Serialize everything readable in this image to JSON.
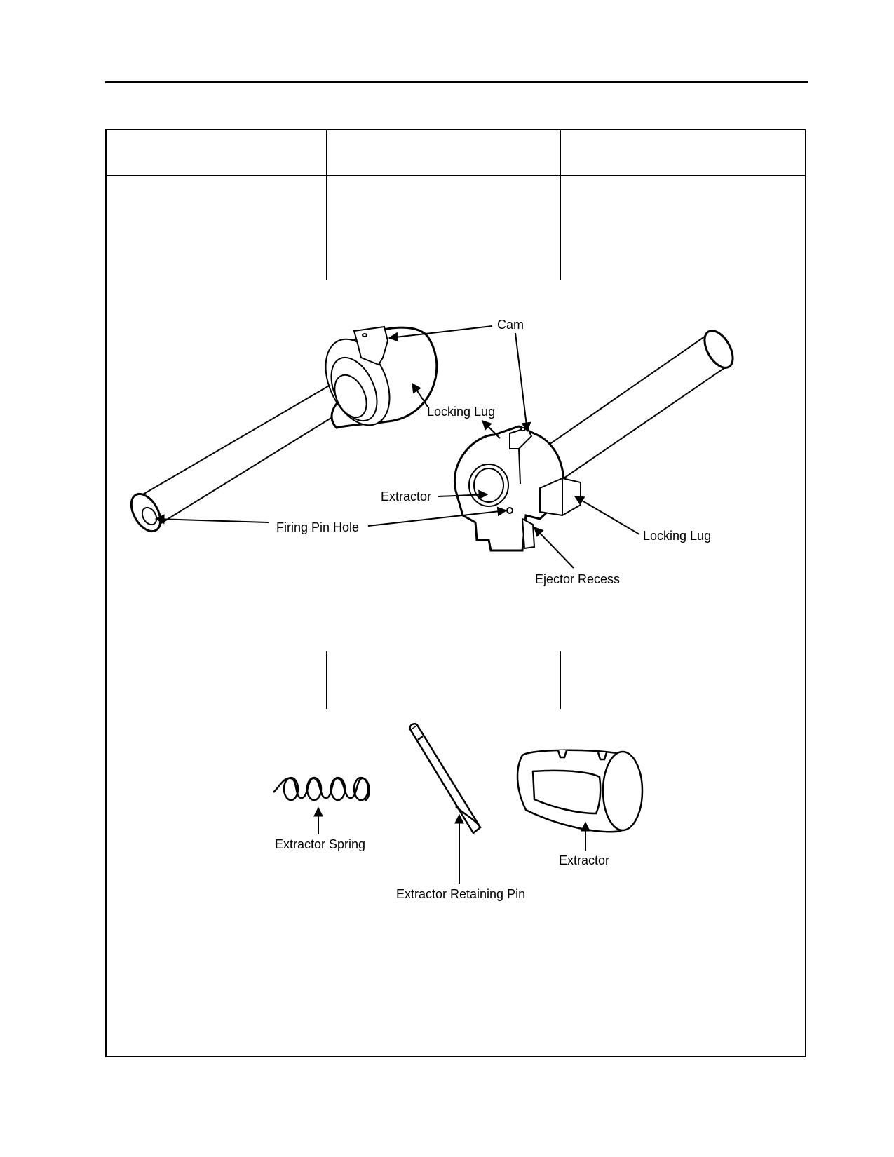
{
  "diagram": {
    "labels": {
      "cam": "Cam",
      "locking_lug_top": "Locking Lug",
      "extractor_face": "Extractor",
      "firing_pin_hole": "Firing Pin Hole",
      "locking_lug_right": "Locking Lug",
      "ejector_recess": "Ejector Recess",
      "extractor_spring": "Extractor Spring",
      "extractor_retaining_pin": "Extractor Retaining Pin",
      "extractor_part": "Extractor"
    }
  }
}
